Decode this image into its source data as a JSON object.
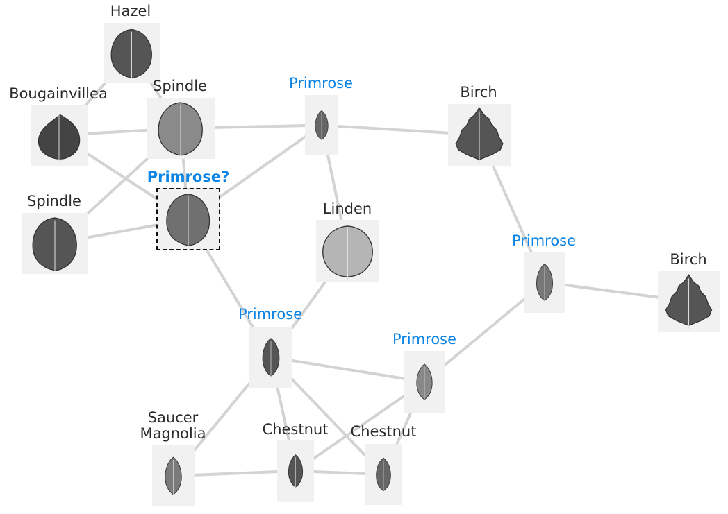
{
  "nodes": [
    {
      "id": "hazel",
      "label": "Hazel",
      "kind": "known"
    },
    {
      "id": "bougainvillea",
      "label": "Bougainvillea",
      "kind": "known"
    },
    {
      "id": "spindle_top",
      "label": "Spindle",
      "kind": "known"
    },
    {
      "id": "primrose_top",
      "label": "Primrose",
      "kind": "predicted"
    },
    {
      "id": "birch_top",
      "label": "Birch",
      "kind": "known"
    },
    {
      "id": "query",
      "label": "Primrose?",
      "kind": "query"
    },
    {
      "id": "spindle_left",
      "label": "Spindle",
      "kind": "known"
    },
    {
      "id": "linden",
      "label": "Linden",
      "kind": "known"
    },
    {
      "id": "primrose_right",
      "label": "Primrose",
      "kind": "predicted"
    },
    {
      "id": "birch_right",
      "label": "Birch",
      "kind": "known"
    },
    {
      "id": "primrose_center",
      "label": "Primrose",
      "kind": "predicted"
    },
    {
      "id": "primrose_lower",
      "label": "Primrose",
      "kind": "predicted"
    },
    {
      "id": "saucer_magnolia",
      "label": "Saucer\nMagnolia",
      "kind": "known"
    },
    {
      "id": "chestnut_left",
      "label": "Chestnut",
      "kind": "known"
    },
    {
      "id": "chestnut_right",
      "label": "Chestnut",
      "kind": "known"
    }
  ],
  "edges": [
    [
      "hazel",
      "bougainvillea"
    ],
    [
      "hazel",
      "spindle_top"
    ],
    [
      "bougainvillea",
      "spindle_top"
    ],
    [
      "bougainvillea",
      "query"
    ],
    [
      "spindle_top",
      "primrose_top"
    ],
    [
      "spindle_top",
      "query"
    ],
    [
      "spindle_top",
      "spindle_left"
    ],
    [
      "spindle_left",
      "query"
    ],
    [
      "query",
      "primrose_top"
    ],
    [
      "query",
      "primrose_center"
    ],
    [
      "primrose_top",
      "birch_top"
    ],
    [
      "primrose_top",
      "linden"
    ],
    [
      "birch_top",
      "primrose_right"
    ],
    [
      "primrose_right",
      "birch_right"
    ],
    [
      "primrose_right",
      "primrose_lower"
    ],
    [
      "linden",
      "primrose_center"
    ],
    [
      "primrose_center",
      "primrose_lower"
    ],
    [
      "primrose_center",
      "saucer_magnolia"
    ],
    [
      "primrose_center",
      "chestnut_left"
    ],
    [
      "primrose_center",
      "chestnut_right"
    ],
    [
      "primrose_lower",
      "chestnut_left"
    ],
    [
      "primrose_lower",
      "chestnut_right"
    ],
    [
      "saucer_magnolia",
      "chestnut_left"
    ],
    [
      "chestnut_left",
      "chestnut_right"
    ]
  ],
  "colors": {
    "edge": "#d3d3d3",
    "label_known": "#2b2b2b",
    "label_predicted": "#0a84e6",
    "tile_background": "#f1f1f1"
  }
}
